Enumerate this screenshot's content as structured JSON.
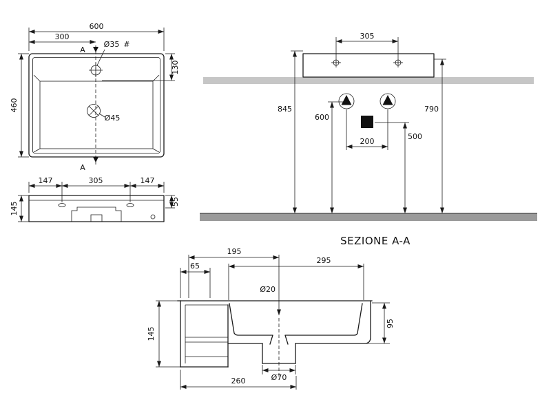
{
  "drawing": {
    "section_title": "SEZIONE A-A",
    "colors": {
      "line": "#1a1a1a",
      "countertop": "#c6c6c6",
      "floor": "#9b9b9b"
    },
    "plan": {
      "overall_width": "600",
      "tap_center": "300",
      "tap_hole_dia": "Ø35",
      "hash_mark": "#",
      "tap_setback": "130",
      "overall_depth": "460",
      "drain_dia": "Ø45",
      "section_label": "A"
    },
    "front": {
      "left_span": "147",
      "center_span": "305",
      "right_span": "147",
      "height": "145",
      "apron": "55"
    },
    "wall": {
      "fixing_centers": "305",
      "rim_height": "845",
      "mount_height": "790",
      "supply_height": "600",
      "drain_height": "500",
      "supply_centers": "200"
    },
    "section": {
      "back_ledge": "65",
      "hole_offset": "195",
      "bowl_length": "295",
      "hole_dia": "Ø20",
      "total_height": "145",
      "bowl_depth": "95",
      "base_depth": "260",
      "drain_dia": "Ø70"
    }
  }
}
